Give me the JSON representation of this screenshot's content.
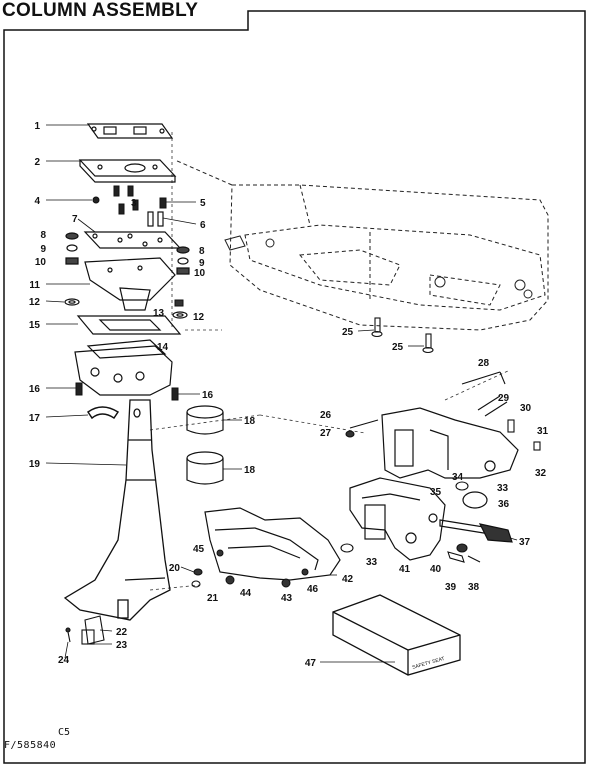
{
  "title": "COLUMN ASSEMBLY",
  "page_code": "C5",
  "drawing_number": "F/585840",
  "box_label": "SAFETY SEAT",
  "parts": [
    {
      "id": "p1",
      "label": "1"
    },
    {
      "id": "p2",
      "label": "2"
    },
    {
      "id": "p3",
      "label": "3"
    },
    {
      "id": "p4",
      "label": "4"
    },
    {
      "id": "p5",
      "label": "5"
    },
    {
      "id": "p6",
      "label": "6"
    },
    {
      "id": "p7",
      "label": "7"
    },
    {
      "id": "p8a",
      "label": "8"
    },
    {
      "id": "p8b",
      "label": "8"
    },
    {
      "id": "p9a",
      "label": "9"
    },
    {
      "id": "p9b",
      "label": "9"
    },
    {
      "id": "p10a",
      "label": "10"
    },
    {
      "id": "p10b",
      "label": "10"
    },
    {
      "id": "p11",
      "label": "11"
    },
    {
      "id": "p12a",
      "label": "12"
    },
    {
      "id": "p12b",
      "label": "12"
    },
    {
      "id": "p13",
      "label": "13"
    },
    {
      "id": "p14",
      "label": "14"
    },
    {
      "id": "p15",
      "label": "15"
    },
    {
      "id": "p16a",
      "label": "16"
    },
    {
      "id": "p16b",
      "label": "16"
    },
    {
      "id": "p17",
      "label": "17"
    },
    {
      "id": "p18a",
      "label": "18"
    },
    {
      "id": "p18b",
      "label": "18"
    },
    {
      "id": "p19",
      "label": "19"
    },
    {
      "id": "p20",
      "label": "20"
    },
    {
      "id": "p21",
      "label": "21"
    },
    {
      "id": "p22",
      "label": "22"
    },
    {
      "id": "p23",
      "label": "23"
    },
    {
      "id": "p24",
      "label": "24"
    },
    {
      "id": "p25a",
      "label": "25"
    },
    {
      "id": "p25b",
      "label": "25"
    },
    {
      "id": "p26",
      "label": "26"
    },
    {
      "id": "p27",
      "label": "27"
    },
    {
      "id": "p28",
      "label": "28"
    },
    {
      "id": "p29",
      "label": "29"
    },
    {
      "id": "p30",
      "label": "30"
    },
    {
      "id": "p31",
      "label": "31"
    },
    {
      "id": "p32",
      "label": "32"
    },
    {
      "id": "p33a",
      "label": "33"
    },
    {
      "id": "p33b",
      "label": "33"
    },
    {
      "id": "p34",
      "label": "34"
    },
    {
      "id": "p35",
      "label": "35"
    },
    {
      "id": "p36",
      "label": "36"
    },
    {
      "id": "p37",
      "label": "37"
    },
    {
      "id": "p38",
      "label": "38"
    },
    {
      "id": "p39",
      "label": "39"
    },
    {
      "id": "p40",
      "label": "40"
    },
    {
      "id": "p41",
      "label": "41"
    },
    {
      "id": "p42",
      "label": "42"
    },
    {
      "id": "p43",
      "label": "43"
    },
    {
      "id": "p44",
      "label": "44"
    },
    {
      "id": "p45",
      "label": "45"
    },
    {
      "id": "p46",
      "label": "46"
    },
    {
      "id": "p47",
      "label": "47"
    }
  ]
}
